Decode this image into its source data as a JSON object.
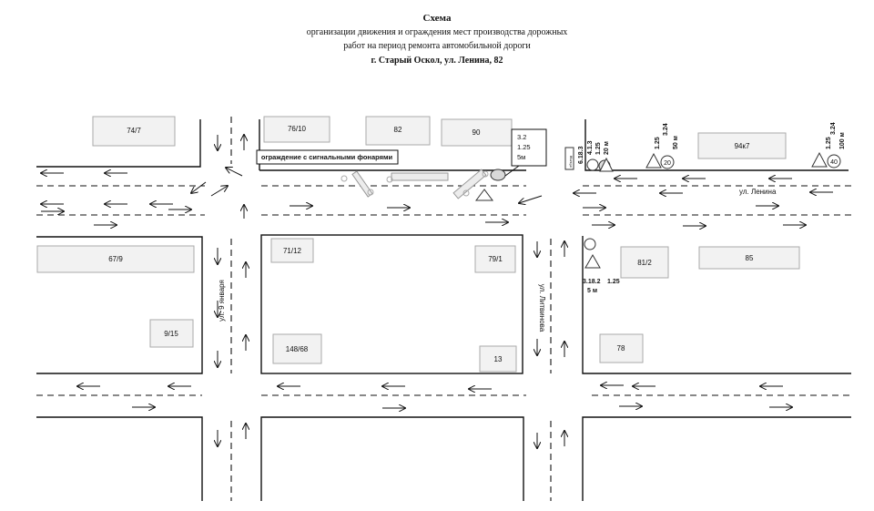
{
  "header": {
    "title": "Схема",
    "subtitle_line1": "организации движения и ограждения мест производства дорожных",
    "subtitle_line2": "работ на период ремонта автомобильной дороги",
    "address": "г. Старый Оскол, ул. Ленина, 82"
  },
  "streets": {
    "lenina": "ул. Ленина",
    "yanvarya": "ул. 9 января",
    "litvinova": "ул. Литвинова"
  },
  "buildings": {
    "b74_7": "74/7",
    "b76_10": "76/10",
    "b82": "82",
    "b90": "90",
    "b94k7": "94к7",
    "b67_9": "67/9",
    "b71_12": "71/12",
    "b79_1": "79/1",
    "b81_2": "81/2",
    "b85": "85",
    "b9_15": "9/15",
    "b148_68": "148/68",
    "b13": "13",
    "b78": "78"
  },
  "labels": {
    "fence": "ограждение с сигнальными фонарями",
    "callout_work": [
      "3.2",
      "1.25",
      "5м"
    ],
    "signs_east": [
      "6.18.3",
      "4.1.3",
      "1.25",
      "20 м"
    ],
    "signs_mid": [
      "1.25",
      "3.24",
      "50 м"
    ],
    "signs_far": [
      "1.25",
      "3.24",
      "100 м"
    ],
    "signs_south": [
      "3.18.2",
      "1.25",
      "5 м"
    ],
    "speed_20": "20",
    "speed_40": "40",
    "detour": "объезд"
  }
}
